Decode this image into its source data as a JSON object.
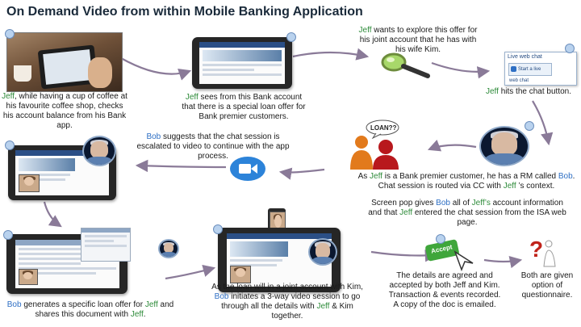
{
  "title": "On Demand Video from within Mobile Banking Application",
  "steps": {
    "s1": {
      "n": "Jeff",
      "t": ", while having a cup of coffee at his favourite coffee shop, checks his account balance from his Bank app."
    },
    "s2": {
      "n": "Jeff",
      "t": "  sees from this Bank account that there is a special loan offer for Bank premier customers."
    },
    "s3": {
      "n": "Jeff",
      "t": " wants to explore this offer for his joint account that he has with his wife Kim."
    },
    "s4": {
      "n": "Jeff",
      "t": " hits the chat button."
    },
    "s5": {
      "a": "As ",
      "n1": "Jeff",
      "b": " is a Bank premier customer, he has a RM called ",
      "n2": "Bob",
      "c": ".  Chat session is routed via CC with ",
      "n3": "Jeff",
      "d": " ’s context."
    },
    "s6": {
      "a": "Screen pop gives ",
      "n1": "Bob",
      "b": " all of ",
      "n2": "Jeff’s",
      "c": " account information and that ",
      "n3": "Jeff",
      "d": " entered the chat session from the ISA web page."
    },
    "s7": {
      "n": "Bob",
      "t": " suggests that the chat session is escalated to video to continue with the app process."
    },
    "s8": {
      "n1": "Bob",
      "a": " generates a specific loan offer for ",
      "n2": "Jeff",
      "b": " and shares this document  with ",
      "n3": "Jeff",
      "c": "."
    },
    "s9": {
      "a": "As the loan will in a joint account with Kim,  ",
      "n1": "Bob",
      "b": " initiates a 3-way video session to go through all the details with ",
      "n2": "Jeff",
      "c": " & Kim together."
    },
    "s10": {
      "t": "The details are agreed and accepted by both Jeff and Kim.  Transaction & events recorded. A copy of the doc is emailed."
    },
    "s11": {
      "t": "Both are given option of questionnaire."
    }
  },
  "chat_panel": {
    "title": "Live web chat",
    "button": "Start a live web chat"
  },
  "speech_bubble": "LOAN??",
  "accept_label": "Accept",
  "colors": {
    "name_green": "#2e8b3a",
    "name_blue": "#2e6fc4",
    "arrow": "#8a7a98"
  }
}
